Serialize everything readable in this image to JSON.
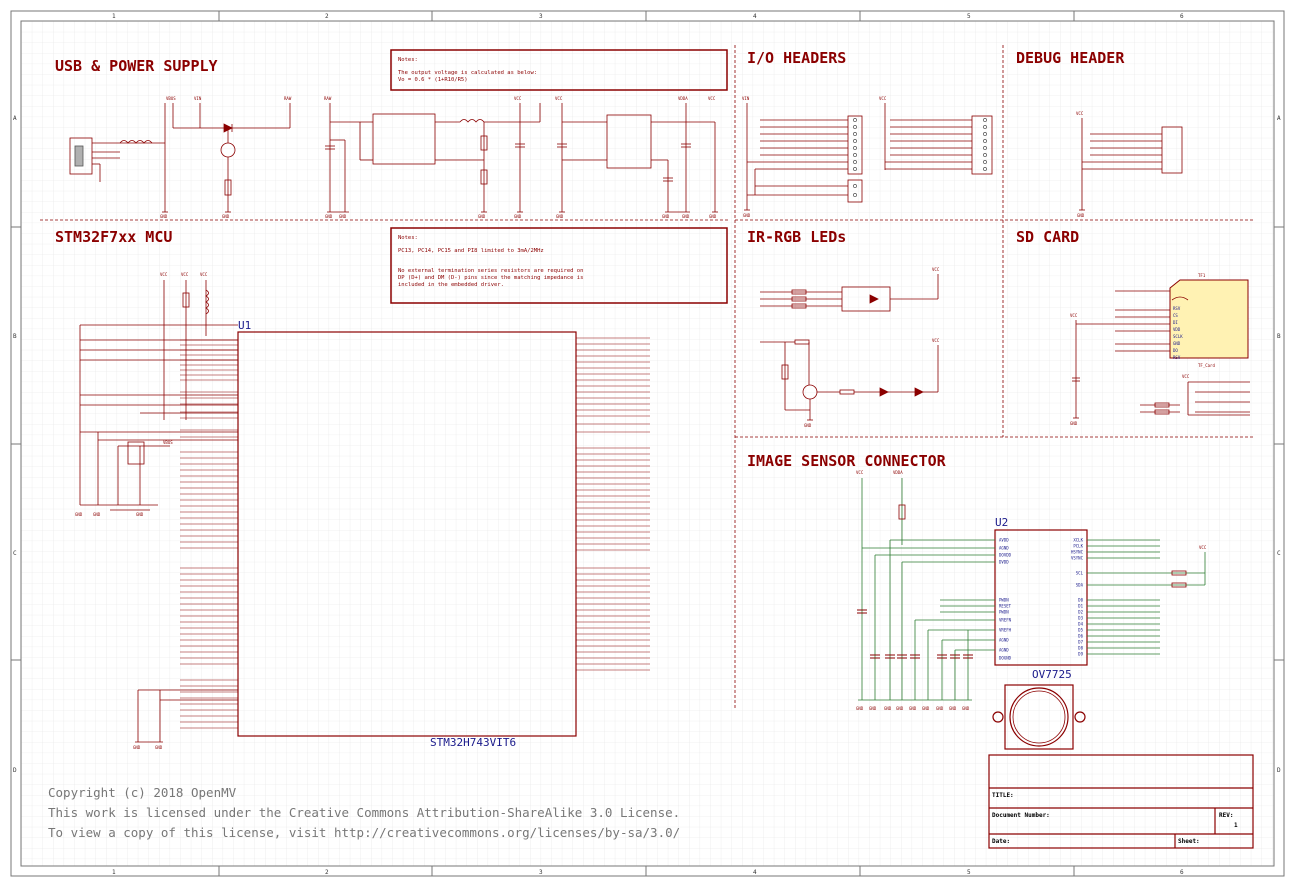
{
  "sections": {
    "usb_power": "USB & POWER SUPPLY",
    "io_headers": "I/O HEADERS",
    "debug_header": "DEBUG HEADER",
    "mcu": "STM32F7xx MCU",
    "ir_rgb": "IR-RGB LEDs",
    "sd_card": "SD CARD",
    "image_sensor": "IMAGE SENSOR CONNECTOR"
  },
  "notes": {
    "power": [
      "Notes:",
      "The output voltage is calculated as below:",
      "  Vo = 0.6 * (1+R10/R5)"
    ],
    "mcu": [
      "Notes:",
      "PC13, PC14, PC15 and PI8 limited to 3mA/2MHz",
      "",
      "No external termination series resistors are required on",
      "DP (D+) and DM (D-) pins since the matching impedance is",
      "included in the embedded driver."
    ]
  },
  "parts": {
    "u1": "U1",
    "u1_name": "STM32H743VIT6",
    "u2": "U2",
    "u2_name": "OV7725",
    "tf1": "TF1",
    "tf1_name": "TF_Card"
  },
  "power_rails": {
    "vbus": "VBUS",
    "vin": "VIN",
    "raw": "RAW",
    "vcc": "VCC",
    "vdda": "VDDA",
    "gnd": "GND"
  },
  "sd_pins": [
    "RSV",
    "CS",
    "DI",
    "VDD",
    "SCLK",
    "GND",
    "DO",
    "RSV"
  ],
  "u2_left_pins": [
    "AVDD",
    "AGND",
    "DOVDD",
    "DVDD",
    "PWDN",
    "RESET",
    "PWDN",
    "VREFN",
    "VREFH",
    "AGND",
    "AGND",
    "DOGND"
  ],
  "u2_right_pins": [
    "XCLK",
    "PCLK",
    "HSYNC",
    "VSYNC",
    "SCL",
    "SDA",
    "D0",
    "D1",
    "D2",
    "D3",
    "D4",
    "D5",
    "D6",
    "D7",
    "D8",
    "D9"
  ],
  "copyright": [
    "Copyright (c) 2018 OpenMV",
    "This work is licensed under the Creative Commons Attribution-ShareAlike 3.0 License.",
    "To view a copy of this license, visit http://creativecommons.org/licenses/by-sa/3.0/"
  ],
  "title_block": {
    "title": "TITLE:",
    "doc_number": "Document Number:",
    "rev": "REV:",
    "rev_value": "1",
    "date": "Date:",
    "sheet": "Sheet:"
  },
  "frame": {
    "columns": [
      "1",
      "2",
      "3",
      "4",
      "5",
      "6"
    ],
    "rows": [
      "A",
      "B",
      "C",
      "D"
    ]
  }
}
